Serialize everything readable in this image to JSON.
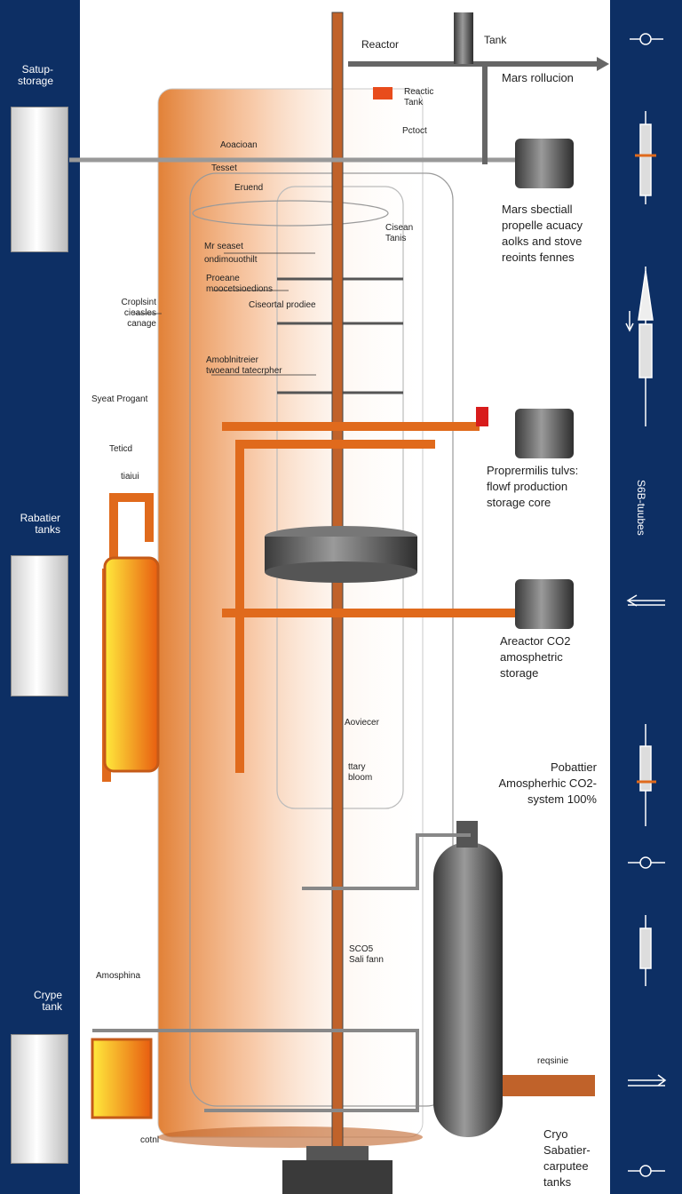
{
  "left_band": {
    "labels": [
      "Satup-\nstorage",
      "Rabatier\ntanks",
      "Crype\ntank"
    ]
  },
  "right_band": {
    "vertical_text": "S6B-tuubes"
  },
  "labels": {
    "reactor_top": "Reactor",
    "tank_top": "Tank",
    "mars_rollution": "Mars rollucion",
    "reactic_tank": "Reactic\nTank",
    "protect": "Pctoct",
    "acacican": "Aoacioan",
    "tesset": "Tesset",
    "eruend": "Eruend",
    "mars_sbectiall": "Mars sbectiall\npropelle acuacy\naolks and stove\nreoints fennes",
    "cisean_tanks": "Cisean\nTanis",
    "mr_seaset": "Mr seaset",
    "ondmoothilt": "ondimouothilt",
    "proeane": "Proeane\nmoocetsioedions",
    "croplsint": "Croplsint\ncieasles\ncanage",
    "cisecral": "Ciseortal prodiee",
    "amobinitreier": "Amoblnitreier\ntwoeand tatecrpher",
    "syeat_progant": "Syeat Progant",
    "teticd": "Teticd",
    "tiaiui": "tiaiui",
    "proprermilis": "Proprermilis tulvs:\nflowf production\nstorage core",
    "areactor_co2": "Areactor CO2\namosphetric\nstorage",
    "aoviecer": "Aoviecer",
    "ttary_blooin": "ttary\nbloom",
    "pobattier": "Pobattier\nAmospherhic CO2-\nsystem 100%",
    "amosphina": "Amosphina",
    "sco5": "SCO5\nSali fann",
    "reqsinie": "reqsinie",
    "cotnl": "cotnl",
    "cryo_sabatier": "Cryo\nSabatier-\ncarputee\ntanks"
  },
  "colors": {
    "navy": "#0d2f64",
    "orange": "#e06a1c",
    "steel": "#5c5c5c"
  }
}
